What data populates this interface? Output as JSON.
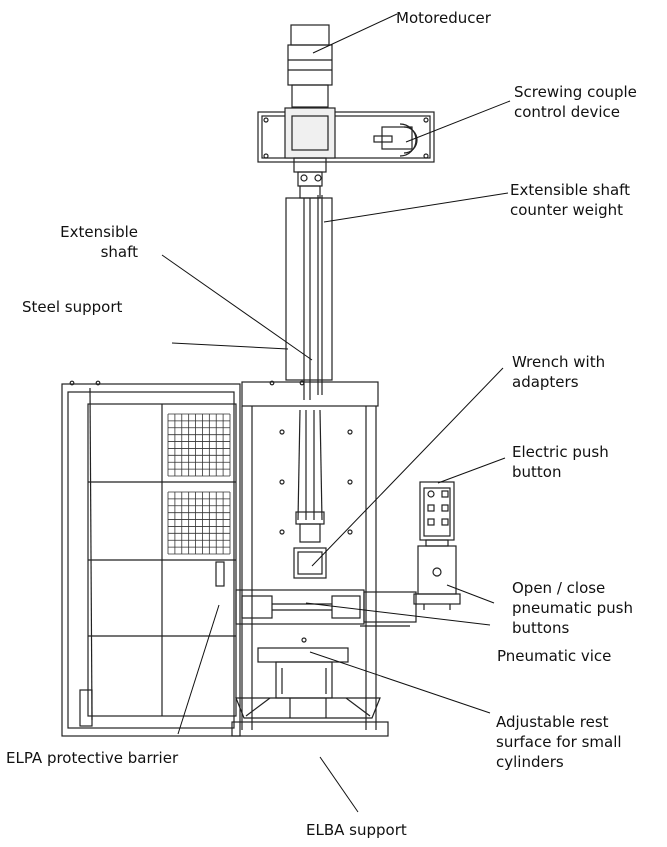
{
  "labels": {
    "motoreducer": "Motoreducer",
    "screwing_couple": "Screwing couple\ncontrol device",
    "counter_weight": "Extensible shaft\ncounter weight",
    "extensible_shaft": "Extensible\nshaft",
    "steel_support": "Steel support",
    "wrench": "Wrench with\nadapters",
    "electric_push": "Electric push\nbutton",
    "open_close": "Open / close\npneumatic push\nbuttons",
    "pneumatic_vice": "Pneumatic vice",
    "adjustable_rest": "Adjustable rest\nsurface for small\ncylinders",
    "elpa_barrier": "ELPA protective barrier",
    "elba_support": "ELBA support"
  }
}
